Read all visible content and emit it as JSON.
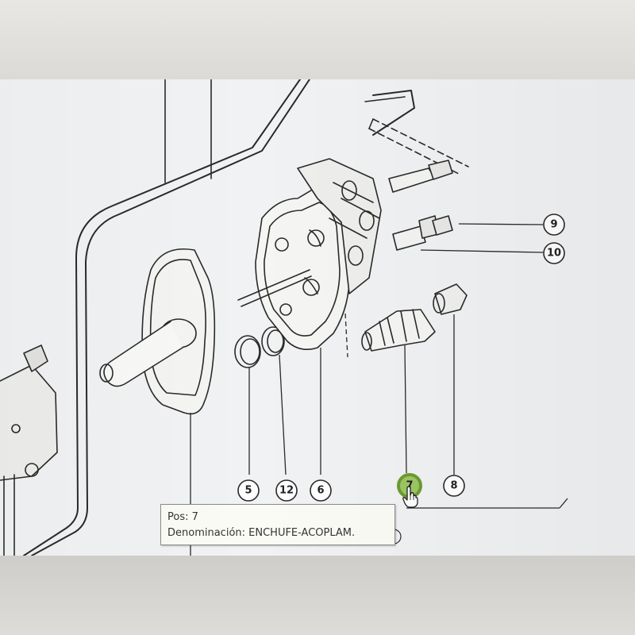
{
  "diagram": {
    "callouts": [
      {
        "id": "5",
        "label": "5"
      },
      {
        "id": "12",
        "label": "12"
      },
      {
        "id": "6",
        "label": "6"
      },
      {
        "id": "7",
        "label": "7",
        "highlighted": true
      },
      {
        "id": "8",
        "label": "8"
      },
      {
        "id": "9",
        "label": "9"
      },
      {
        "id": "10",
        "label": "10"
      }
    ],
    "highlight_color": "#7fb33a"
  },
  "tooltip": {
    "pos_label": "Pos: 7",
    "denominacion_label": "Denominación: ENCHUFE-ACOPLAM."
  },
  "cursor": {
    "icon": "hand-pointer-icon"
  }
}
